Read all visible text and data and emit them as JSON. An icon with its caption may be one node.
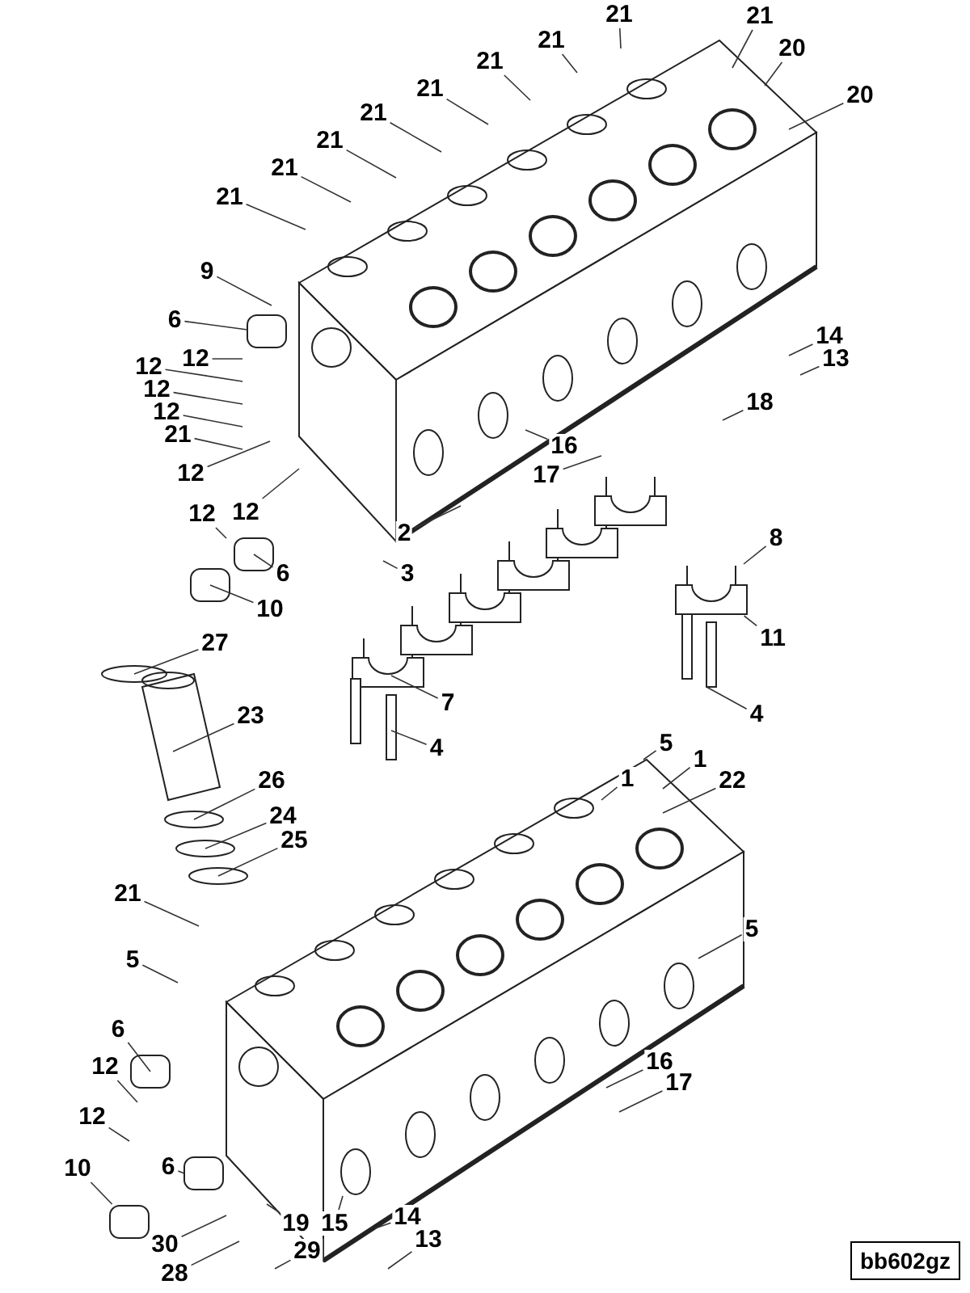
{
  "diagram": {
    "nodes": [
      {
        "text": [
          "21"
        ]
      },
      {
        "text": [
          "21"
        ]
      },
      {
        "text": [
          "21"
        ]
      },
      {
        "text": [
          "20"
        ]
      },
      {
        "text": [
          "21"
        ]
      },
      {
        "text": [
          "20"
        ]
      },
      {
        "text": [
          "21"
        ]
      },
      {
        "text": [
          "21"
        ]
      },
      {
        "text": [
          "21"
        ]
      },
      {
        "text": [
          "21"
        ]
      },
      {
        "text": [
          "21"
        ]
      },
      {
        "text": [
          "9"
        ]
      },
      {
        "text": [
          "6"
        ]
      },
      {
        "text": [
          "14"
        ]
      },
      {
        "text": [
          "12"
        ]
      },
      {
        "text": [
          "12"
        ]
      },
      {
        "text": [
          "13"
        ]
      },
      {
        "text": [
          "12"
        ]
      },
      {
        "text": [
          "18"
        ]
      },
      {
        "text": [
          "12"
        ]
      },
      {
        "text": [
          "21"
        ]
      },
      {
        "text": [
          "16"
        ]
      },
      {
        "text": [
          "12"
        ]
      },
      {
        "text": [
          "17"
        ]
      },
      {
        "text": [
          "12"
        ]
      },
      {
        "text": [
          "12"
        ]
      },
      {
        "text": [
          "2"
        ]
      },
      {
        "text": [
          "8"
        ]
      },
      {
        "text": [
          "6"
        ]
      },
      {
        "text": [
          "3"
        ]
      },
      {
        "text": [
          "10"
        ]
      },
      {
        "text": [
          "11"
        ]
      },
      {
        "text": [
          "27"
        ]
      },
      {
        "text": [
          "7"
        ]
      },
      {
        "text": [
          "23"
        ]
      },
      {
        "text": [
          "4"
        ]
      },
      {
        "text": [
          "4"
        ]
      },
      {
        "text": [
          "5"
        ]
      },
      {
        "text": [
          "1"
        ]
      },
      {
        "text": [
          "1"
        ]
      },
      {
        "text": [
          "26"
        ]
      },
      {
        "text": [
          "22"
        ]
      },
      {
        "text": [
          "24"
        ]
      },
      {
        "text": [
          "25"
        ]
      },
      {
        "text": [
          "21"
        ]
      },
      {
        "text": [
          "5"
        ]
      },
      {
        "text": [
          "5"
        ]
      },
      {
        "text": [
          "6"
        ]
      },
      {
        "text": [
          "16"
        ]
      },
      {
        "text": [
          "12"
        ]
      },
      {
        "text": [
          "17"
        ]
      },
      {
        "text": [
          "12"
        ]
      },
      {
        "text": [
          "6"
        ]
      },
      {
        "text": [
          "10"
        ]
      },
      {
        "text": [
          "14"
        ]
      },
      {
        "text": [
          "19"
        ]
      },
      {
        "text": [
          "15"
        ]
      },
      {
        "text": [
          "13"
        ]
      },
      {
        "text": [
          "30"
        ]
      },
      {
        "text": [
          "29"
        ]
      },
      {
        "text": [
          "28"
        ]
      },
      {
        "text": [],
        "shape": "box"
      },
      {
        "text": [],
        "shape": "box"
      }
    ],
    "edges": [
      {
        "from": 0,
        "to": null,
        "arrow": "none"
      },
      {
        "from": 1,
        "to": null,
        "arrow": "none"
      },
      {
        "from": 2,
        "to": null,
        "arrow": "none"
      },
      {
        "from": 3,
        "to": null,
        "arrow": "none"
      },
      {
        "from": 4,
        "to": null,
        "arrow": "none"
      },
      {
        "from": 5,
        "to": null,
        "arrow": "none"
      },
      {
        "from": 6,
        "to": null,
        "arrow": "none"
      },
      {
        "from": 7,
        "to": null,
        "arrow": "none"
      },
      {
        "from": 8,
        "to": null,
        "arrow": "none"
      },
      {
        "from": 9,
        "to": null,
        "arrow": "none"
      },
      {
        "from": 10,
        "to": null,
        "arrow": "none"
      },
      {
        "from": 11,
        "to": null,
        "arrow": "none"
      },
      {
        "from": 12,
        "to": null,
        "arrow": "none"
      },
      {
        "from": 13,
        "to": null,
        "arrow": "none"
      },
      {
        "from": 14,
        "to": null,
        "arrow": "none"
      },
      {
        "from": 15,
        "to": null,
        "arrow": "none"
      },
      {
        "from": 16,
        "to": null,
        "arrow": "none"
      },
      {
        "from": 17,
        "to": null,
        "arrow": "none"
      },
      {
        "from": 18,
        "to": null,
        "arrow": "none"
      },
      {
        "from": 19,
        "to": null,
        "arrow": "none"
      },
      {
        "from": 20,
        "to": null,
        "arrow": "none"
      },
      {
        "from": 21,
        "to": null,
        "arrow": "none"
      },
      {
        "from": 22,
        "to": null,
        "arrow": "none"
      },
      {
        "from": 23,
        "to": null,
        "arrow": "none"
      },
      {
        "from": 24,
        "to": null,
        "arrow": "none"
      },
      {
        "from": 25,
        "to": null,
        "arrow": "none"
      },
      {
        "from": 26,
        "to": null,
        "arrow": "none"
      },
      {
        "from": 27,
        "to": 61,
        "arrow": "none"
      },
      {
        "from": 28,
        "to": null,
        "arrow": "none"
      },
      {
        "from": 29,
        "to": null,
        "arrow": "none"
      },
      {
        "from": 30,
        "to": null,
        "arrow": "none"
      },
      {
        "from": 31,
        "to": 61,
        "arrow": "none"
      },
      {
        "from": 32,
        "to": null,
        "arrow": "none"
      },
      {
        "from": 33,
        "to": null,
        "arrow": "none"
      },
      {
        "from": 34,
        "to": null,
        "arrow": "none"
      },
      {
        "from": 35,
        "to": null,
        "arrow": "none"
      },
      {
        "from": 36,
        "to": null,
        "arrow": "none"
      },
      {
        "from": 37,
        "to": null,
        "arrow": "none"
      },
      {
        "from": 38,
        "to": null,
        "arrow": "none"
      },
      {
        "from": 39,
        "to": null,
        "arrow": "none"
      },
      {
        "from": 40,
        "to": null,
        "arrow": "none"
      },
      {
        "from": 41,
        "to": null,
        "arrow": "none"
      },
      {
        "from": 42,
        "to": null,
        "arrow": "none"
      },
      {
        "from": 43,
        "to": null,
        "arrow": "none"
      },
      {
        "from": 44,
        "to": null,
        "arrow": "none"
      },
      {
        "from": 45,
        "to": null,
        "arrow": "none"
      },
      {
        "from": 46,
        "to": null,
        "arrow": "none"
      },
      {
        "from": 47,
        "to": null,
        "arrow": "none"
      },
      {
        "from": 48,
        "to": null,
        "arrow": "none"
      },
      {
        "from": 49,
        "to": null,
        "arrow": "none"
      },
      {
        "from": 50,
        "to": null,
        "arrow": "none"
      },
      {
        "from": 51,
        "to": null,
        "arrow": "none"
      },
      {
        "from": 52,
        "to": null,
        "arrow": "none"
      },
      {
        "from": 53,
        "to": 62,
        "arrow": "none"
      },
      {
        "from": 54,
        "to": null,
        "arrow": "none"
      },
      {
        "from": 55,
        "to": null,
        "arrow": "none"
      },
      {
        "from": 56,
        "to": null,
        "arrow": "none"
      },
      {
        "from": 57,
        "to": null,
        "arrow": "none"
      },
      {
        "from": 58,
        "to": null,
        "arrow": "none"
      },
      {
        "from": 59,
        "to": null,
        "arrow": "none"
      },
      {
        "from": 60,
        "to": null,
        "arrow": "none"
      }
    ],
    "labels": [
      "bb602gz"
    ]
  }
}
